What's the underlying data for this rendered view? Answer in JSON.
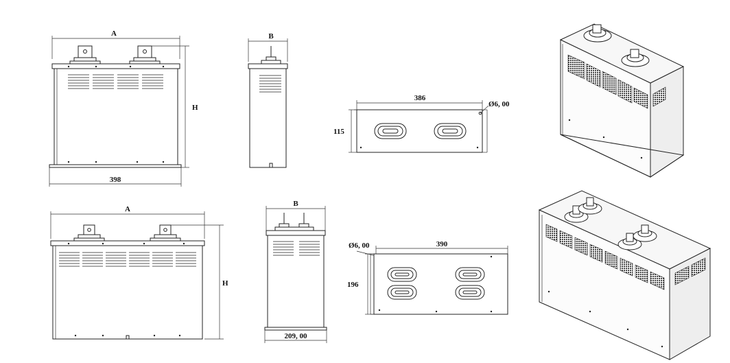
{
  "labels": {
    "front_top_width": "A",
    "front_top_height": "H",
    "front_top_base": "398",
    "side_top_depth": "B",
    "plan_top_length": "386",
    "plan_top_width": "115",
    "plan_top_hole": "Ø6, 00",
    "front_bottom_width": "A",
    "front_bottom_height": "H",
    "side_bottom_depth": "B",
    "side_bottom_base": "209, 00",
    "plan_bottom_length": "390",
    "plan_bottom_width": "196",
    "plan_bottom_hole": "Ø6, 00"
  }
}
